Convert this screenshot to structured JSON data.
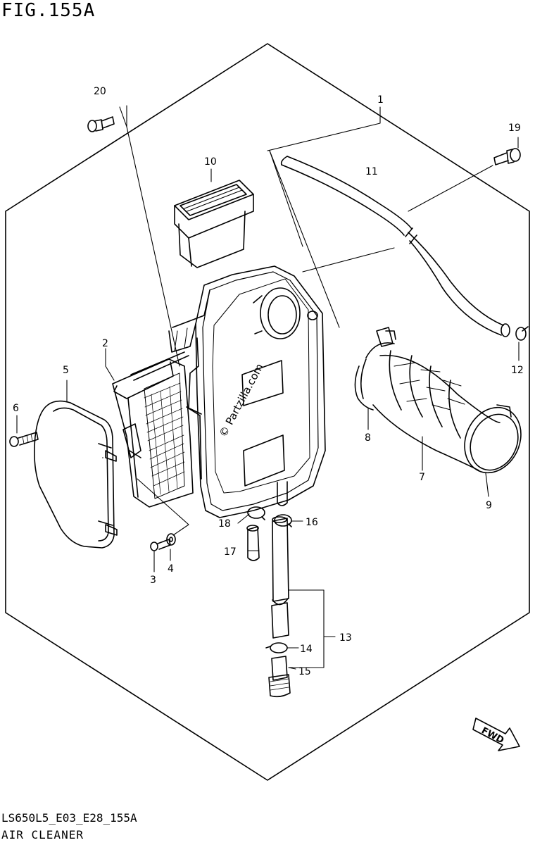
{
  "figure": {
    "title": "FIG.155A",
    "code": "LS650L5_E03_E28_155A",
    "caption": "AIR CLEANER",
    "fine_print": "",
    "watermark": "© Partzilla.com",
    "fwd_label": "FWD"
  },
  "callouts": [
    {
      "id": "1",
      "label": "1"
    },
    {
      "id": "2",
      "label": "2"
    },
    {
      "id": "3",
      "label": "3"
    },
    {
      "id": "4",
      "label": "4"
    },
    {
      "id": "5",
      "label": "5"
    },
    {
      "id": "6",
      "label": "6"
    },
    {
      "id": "7",
      "label": "7"
    },
    {
      "id": "8",
      "label": "8"
    },
    {
      "id": "9",
      "label": "9"
    },
    {
      "id": "10",
      "label": "10"
    },
    {
      "id": "11",
      "label": "11"
    },
    {
      "id": "12",
      "label": "12"
    },
    {
      "id": "13",
      "label": "13"
    },
    {
      "id": "14",
      "label": "14"
    },
    {
      "id": "15",
      "label": "15"
    },
    {
      "id": "16",
      "label": "16"
    },
    {
      "id": "17",
      "label": "17"
    },
    {
      "id": "18",
      "label": "18"
    },
    {
      "id": "19",
      "label": "19"
    },
    {
      "id": "20",
      "label": "20"
    }
  ]
}
